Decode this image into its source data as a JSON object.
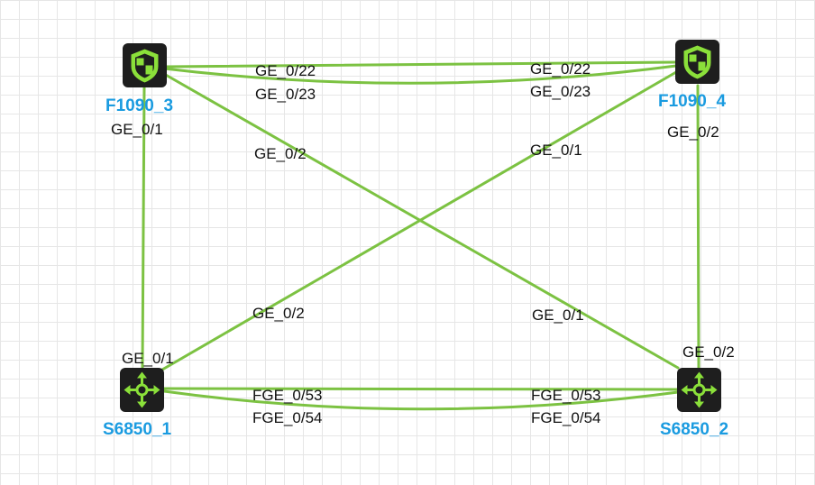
{
  "colors": {
    "link": "#7cc242",
    "device_name": "#1a9be0",
    "device_icon_bg": "#1e1e1e",
    "device_icon_fg": "#8be03a",
    "grid": "#e6e6e6"
  },
  "devices": {
    "f1090_3": {
      "name": "F1090_3",
      "icon": "firewall-shield-icon"
    },
    "f1090_4": {
      "name": "F1090_4",
      "icon": "firewall-shield-icon"
    },
    "s6850_1": {
      "name": "S6850_1",
      "icon": "switch-arrows-icon"
    },
    "s6850_2": {
      "name": "S6850_2",
      "icon": "switch-arrows-icon"
    }
  },
  "links": [
    {
      "id": "f3-f4-a",
      "from": "f1090_3",
      "to": "f1090_4",
      "from_port": "GE_0/22",
      "to_port": "GE_0/22"
    },
    {
      "id": "f3-f4-b",
      "from": "f1090_3",
      "to": "f1090_4",
      "from_port": "GE_0/23",
      "to_port": "GE_0/23"
    },
    {
      "id": "f3-s1",
      "from": "f1090_3",
      "to": "s6850_1",
      "from_port": "GE_0/1",
      "to_port": "GE_0/1"
    },
    {
      "id": "f3-s2",
      "from": "f1090_3",
      "to": "s6850_2",
      "from_port": "GE_0/2",
      "to_port": "GE_0/1"
    },
    {
      "id": "f4-s1",
      "from": "f1090_4",
      "to": "s6850_1",
      "from_port": "GE_0/1",
      "to_port": "GE_0/2"
    },
    {
      "id": "f4-s2",
      "from": "f1090_4",
      "to": "s6850_2",
      "from_port": "GE_0/2",
      "to_port": "GE_0/2"
    },
    {
      "id": "s1-s2-a",
      "from": "s6850_1",
      "to": "s6850_2",
      "from_port": "FGE_0/53",
      "to_port": "FGE_0/53"
    },
    {
      "id": "s1-s2-b",
      "from": "s6850_1",
      "to": "s6850_2",
      "from_port": "FGE_0/54",
      "to_port": "FGE_0/54"
    }
  ]
}
